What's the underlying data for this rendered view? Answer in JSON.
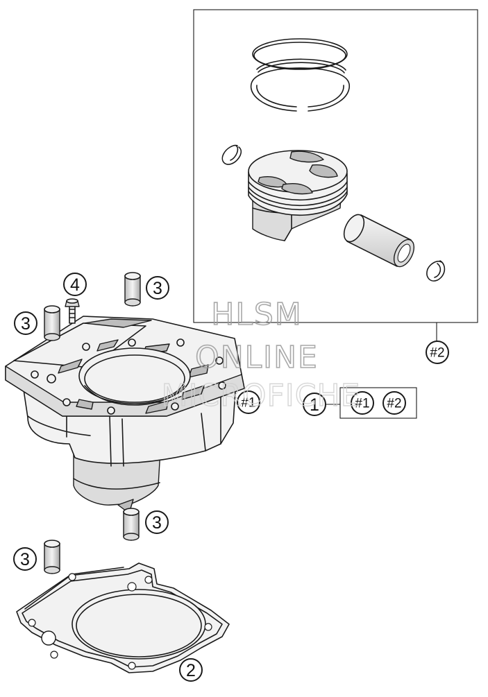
{
  "colors": {
    "line": "#1a1a1a",
    "fill_light": "#f0f0f0",
    "fill_mid": "#d8d8d8",
    "fill_dark": "#b8b8b8",
    "watermark": "#c4c4c4"
  },
  "callouts": {
    "c1": "1",
    "c2": "2",
    "c3a": "3",
    "c3b": "3",
    "c3c": "3",
    "c3d": "3",
    "c4": "4",
    "ref1_cyl": "#1",
    "ref1_box": "#1",
    "ref2_box": "#2",
    "ref2_kit": "#2"
  },
  "watermark": {
    "line1": "HLSM",
    "line2": "ONLINE",
    "line3": "MICROFICHE"
  }
}
